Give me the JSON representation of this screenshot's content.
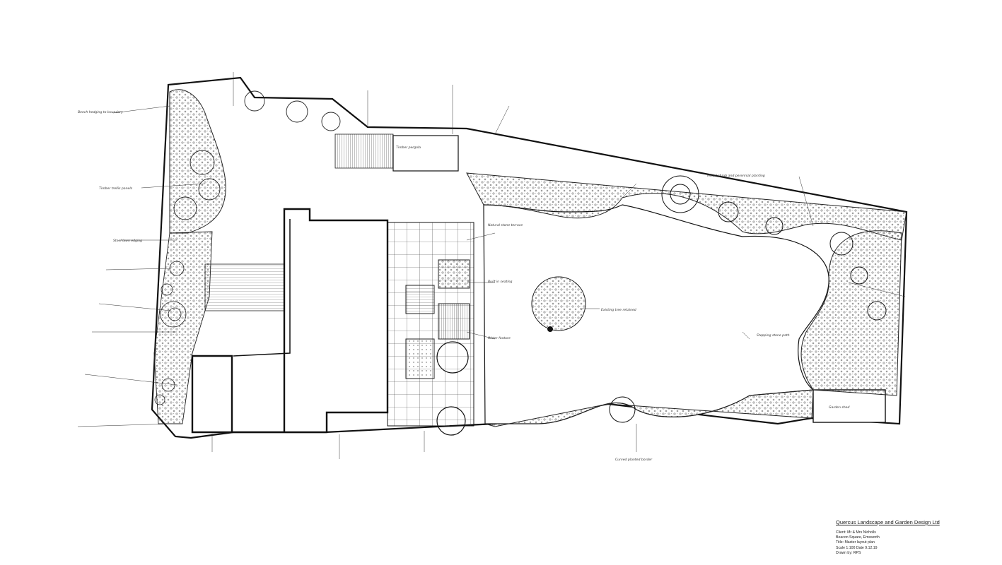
{
  "title_block": {
    "company": "Quercus Landscape and Garden Design Ltd",
    "client": "Client: Mr & Mrs Nicholls",
    "address_1": "Beacon Square, Emsworth",
    "drawing_title": "Title: Master layout plan",
    "scale_date": "Scale 1:100   Date 9.12.19",
    "drawn_by": "Drawn by: RPS"
  },
  "colors": {
    "ink": "#1a1a1a",
    "paper": "#ffffff",
    "shade": "#555555"
  },
  "annotations": {
    "hedge": "Beech hedging to boundary",
    "trellis": "Timber trellis panels",
    "lawn_edge": "Steel lawn edging",
    "terrace": "Natural stone terrace",
    "seating": "Built in seating",
    "planting": "Mixed shrub and perennial planting",
    "tree": "Existing tree retained",
    "path": "Stepping stone path",
    "pergola": "Timber pergola",
    "water": "Water feature",
    "shed": "Garden shed",
    "border": "Curved planted border"
  }
}
